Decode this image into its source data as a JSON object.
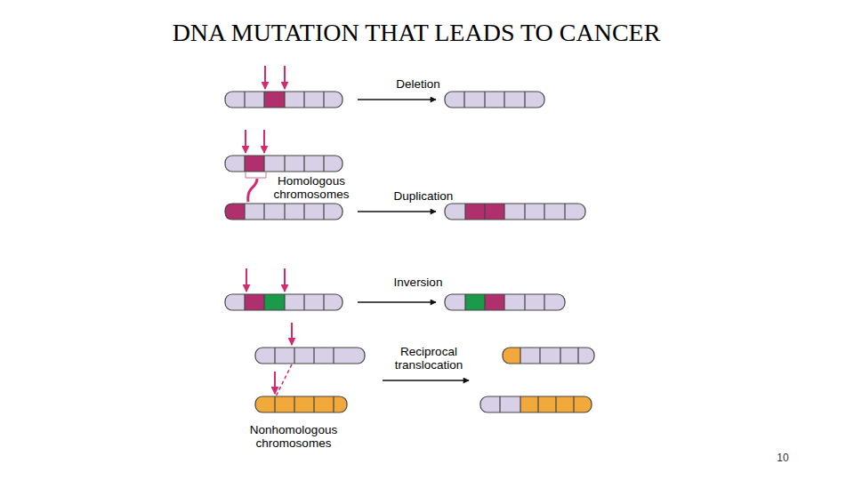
{
  "diagram": {
    "title": "DNA MUTATION THAT LEADS TO CANCER",
    "labels": [
      "Deletion",
      "Homologous chromosomes",
      "Duplication",
      "Inversion",
      "Reciprocal translocation",
      "Nonhomologous chromosomes",
      "10"
    ]
  }
}
